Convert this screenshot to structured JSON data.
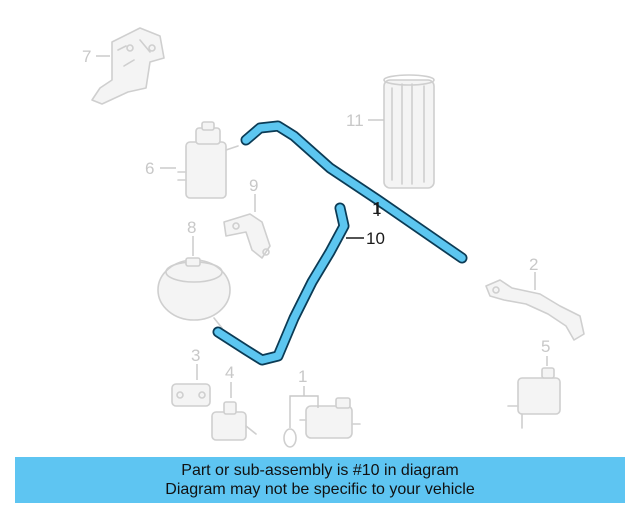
{
  "diagram": {
    "labels": {
      "p1": "1",
      "p2": "2",
      "p3": "3",
      "p4": "4",
      "p5": "5",
      "p6": "6",
      "p7": "7",
      "p8": "8",
      "p9": "9",
      "p10": "10",
      "p11": "11",
      "p1_hose": "1"
    },
    "highlighted_part": "10",
    "colors": {
      "highlight_fill": "#5cc6f0",
      "highlight_outline": "#0b3b55",
      "ghost_part": "#cfcfcf",
      "banner_bg": "#5ec5f2"
    }
  },
  "banner": {
    "line1": "Part or sub-assembly is #10 in diagram",
    "line2": "Diagram may not be specific to your vehicle"
  }
}
